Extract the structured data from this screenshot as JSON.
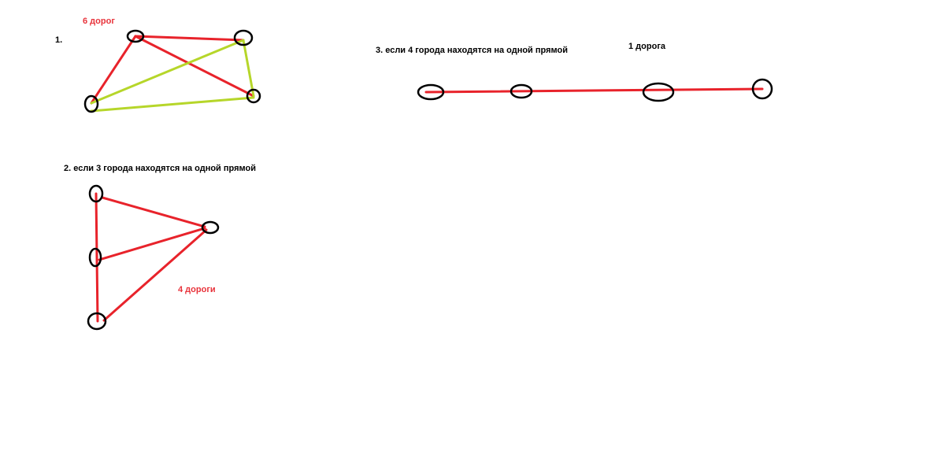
{
  "colors": {
    "road_red": "#e8232b",
    "road_green": "#b6d62a",
    "city_stroke": "#000000",
    "label_red": "#e8323a",
    "label_black": "#000000"
  },
  "diagram1": {
    "number_label": "1.",
    "roads_label": "6 дорог"
  },
  "diagram2": {
    "caption": "2. если 3 города находятся на одной прямой",
    "roads_label": "4 дороги"
  },
  "diagram3": {
    "caption": "3. если 4 города находятся на одной прямой",
    "roads_label": "1 дорога"
  }
}
